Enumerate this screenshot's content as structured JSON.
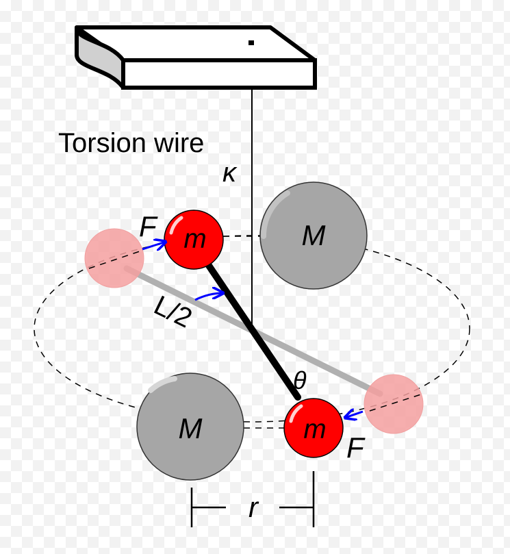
{
  "labels": {
    "torsion_wire": "Torsion wire",
    "kappa": "κ",
    "force_top": "F",
    "force_bottom": "F",
    "small_mass_top": "m",
    "small_mass_bottom": "m",
    "large_mass_top": "M",
    "large_mass_bottom": "M",
    "half_length": "L/2",
    "angle": "θ",
    "distance": "r"
  },
  "colors": {
    "small_mass": "#ff0000",
    "large_mass": "#a6a6a6",
    "ghost_mass": "#f4a0a0",
    "force_arrow": "#0000ff",
    "rest_rod": "#b0b0b0"
  }
}
